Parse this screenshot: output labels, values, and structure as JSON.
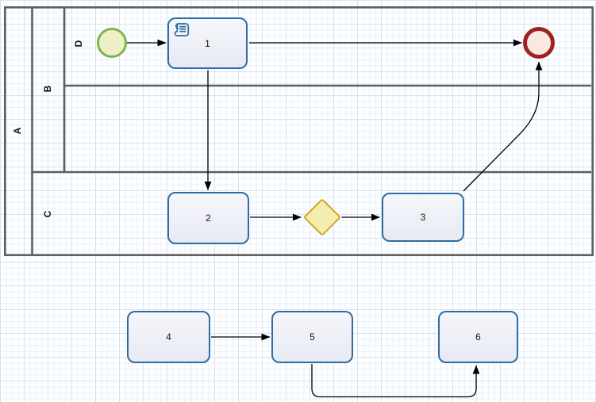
{
  "diagram": {
    "type": "bpmn-swimlane-flowchart",
    "pool": {
      "label": "A"
    },
    "lanes": [
      {
        "label": "B"
      },
      {
        "label": "C"
      }
    ],
    "sublanes": [
      {
        "label": "D",
        "parent": "B"
      },
      {
        "label": "",
        "parent": "B"
      }
    ],
    "nodes": {
      "start_event": {
        "type": "start-event",
        "label": "",
        "lane": "D"
      },
      "task1": {
        "type": "script-task",
        "label": "1",
        "icon": "script-icon",
        "lane": "D"
      },
      "end_event": {
        "type": "end-event",
        "label": "",
        "lane": "D"
      },
      "task2": {
        "type": "task",
        "label": "2",
        "lane": "C"
      },
      "gateway": {
        "type": "exclusive-gateway",
        "label": "",
        "lane": "C"
      },
      "task3": {
        "type": "task",
        "label": "3",
        "lane": "C"
      },
      "task4": {
        "type": "task",
        "label": "4",
        "lane": "none"
      },
      "task5": {
        "type": "task",
        "label": "5",
        "lane": "none"
      },
      "task6": {
        "type": "task",
        "label": "6",
        "lane": "none"
      }
    },
    "edges": [
      {
        "from": "start_event",
        "to": "task1"
      },
      {
        "from": "task1",
        "to": "end_event"
      },
      {
        "from": "task1",
        "to": "task2"
      },
      {
        "from": "task2",
        "to": "gateway"
      },
      {
        "from": "gateway",
        "to": "task3"
      },
      {
        "from": "task3",
        "to": "end_event"
      },
      {
        "from": "task4",
        "to": "task5"
      },
      {
        "from": "task5",
        "to": "task6"
      }
    ]
  },
  "colors": {
    "task_border": "#2E6DA4",
    "task_fill": "#ECEDF6",
    "start_border": "#7CB44B",
    "start_fill": "#EDEFC6",
    "end_border": "#9E2222",
    "end_fill": "#FAE8E2",
    "gateway_border": "#D5A425",
    "gateway_fill": "#F3EDB0",
    "swimlane_line": "#5E5E5E",
    "edge": "#000000",
    "grid_major": "#D7E3F1",
    "grid_minor": "#EBF1F9"
  }
}
